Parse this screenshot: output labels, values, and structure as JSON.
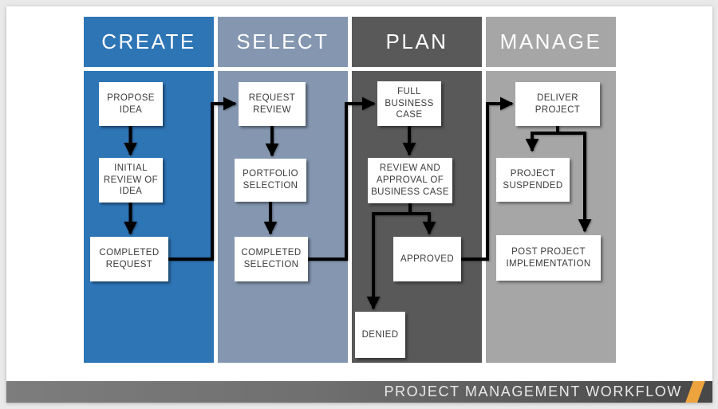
{
  "columns": [
    {
      "id": "create",
      "label": "CREATE",
      "color": "#2e75b6",
      "nodes": [
        {
          "id": "propose-idea",
          "label": "PROPOSE IDEA"
        },
        {
          "id": "initial-review-of-idea",
          "label": "INITIAL REVIEW OF IDEA"
        },
        {
          "id": "completed-request",
          "label": "COMPLETED REQUEST"
        }
      ]
    },
    {
      "id": "select",
      "label": "SELECT",
      "color": "#8496b0",
      "nodes": [
        {
          "id": "request-review",
          "label": "REQUEST REVIEW"
        },
        {
          "id": "portfolio-selection",
          "label": "PORTFOLIO SELECTION"
        },
        {
          "id": "completed-selection",
          "label": "COMPLETED SELECTION"
        }
      ]
    },
    {
      "id": "plan",
      "label": "PLAN",
      "color": "#595959",
      "nodes": [
        {
          "id": "full-business-case",
          "label": "FULL BUSINESS CASE"
        },
        {
          "id": "review-and-approval-of-business-case",
          "label": "REVIEW AND APPROVAL OF BUSINESS CASE"
        },
        {
          "id": "approved",
          "label": "APPROVED"
        },
        {
          "id": "denied",
          "label": "DENIED"
        }
      ]
    },
    {
      "id": "manage",
      "label": "MANAGE",
      "color": "#a6a6a6",
      "nodes": [
        {
          "id": "deliver-project",
          "label": "DELIVER PROJECT"
        },
        {
          "id": "project-suspended",
          "label": "PROJECT SUSPENDED"
        },
        {
          "id": "post-project-implementation",
          "label": "POST PROJECT IMPLEMENTATION"
        }
      ]
    }
  ],
  "footer": {
    "title": "PROJECT MANAGEMENT WORKFLOW",
    "accent_color": "#eda43e",
    "bar_color_left": "#7d7d7d",
    "bar_color_right": "#474747"
  },
  "connector_color": "#000000"
}
